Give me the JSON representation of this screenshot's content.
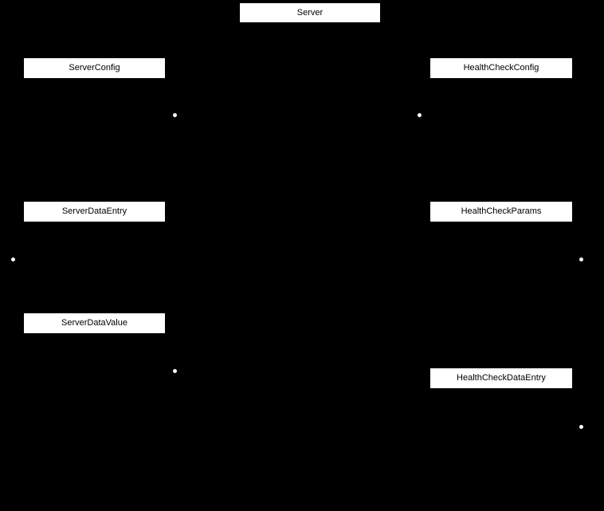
{
  "diagram": {
    "background_color": "#000000",
    "node_fill_color": "#ffffff",
    "node_text_color": "#000000",
    "dot_color": "#ffffff",
    "nodes": [
      {
        "id": "server",
        "label": "Server"
      },
      {
        "id": "server-config",
        "label": "ServerConfig"
      },
      {
        "id": "health-check-config",
        "label": "HealthCheckConfig"
      },
      {
        "id": "server-data-entry",
        "label": "ServerDataEntry"
      },
      {
        "id": "health-check-params",
        "label": "HealthCheckParams"
      },
      {
        "id": "server-data-value",
        "label": "ServerDataValue"
      },
      {
        "id": "health-check-data-entry",
        "label": "HealthCheckDataEntry"
      }
    ],
    "edge_endpoint_dots": {
      "icon": "edge-endpoint-dot-icon",
      "shape": "filled-circle",
      "count": 6
    }
  }
}
